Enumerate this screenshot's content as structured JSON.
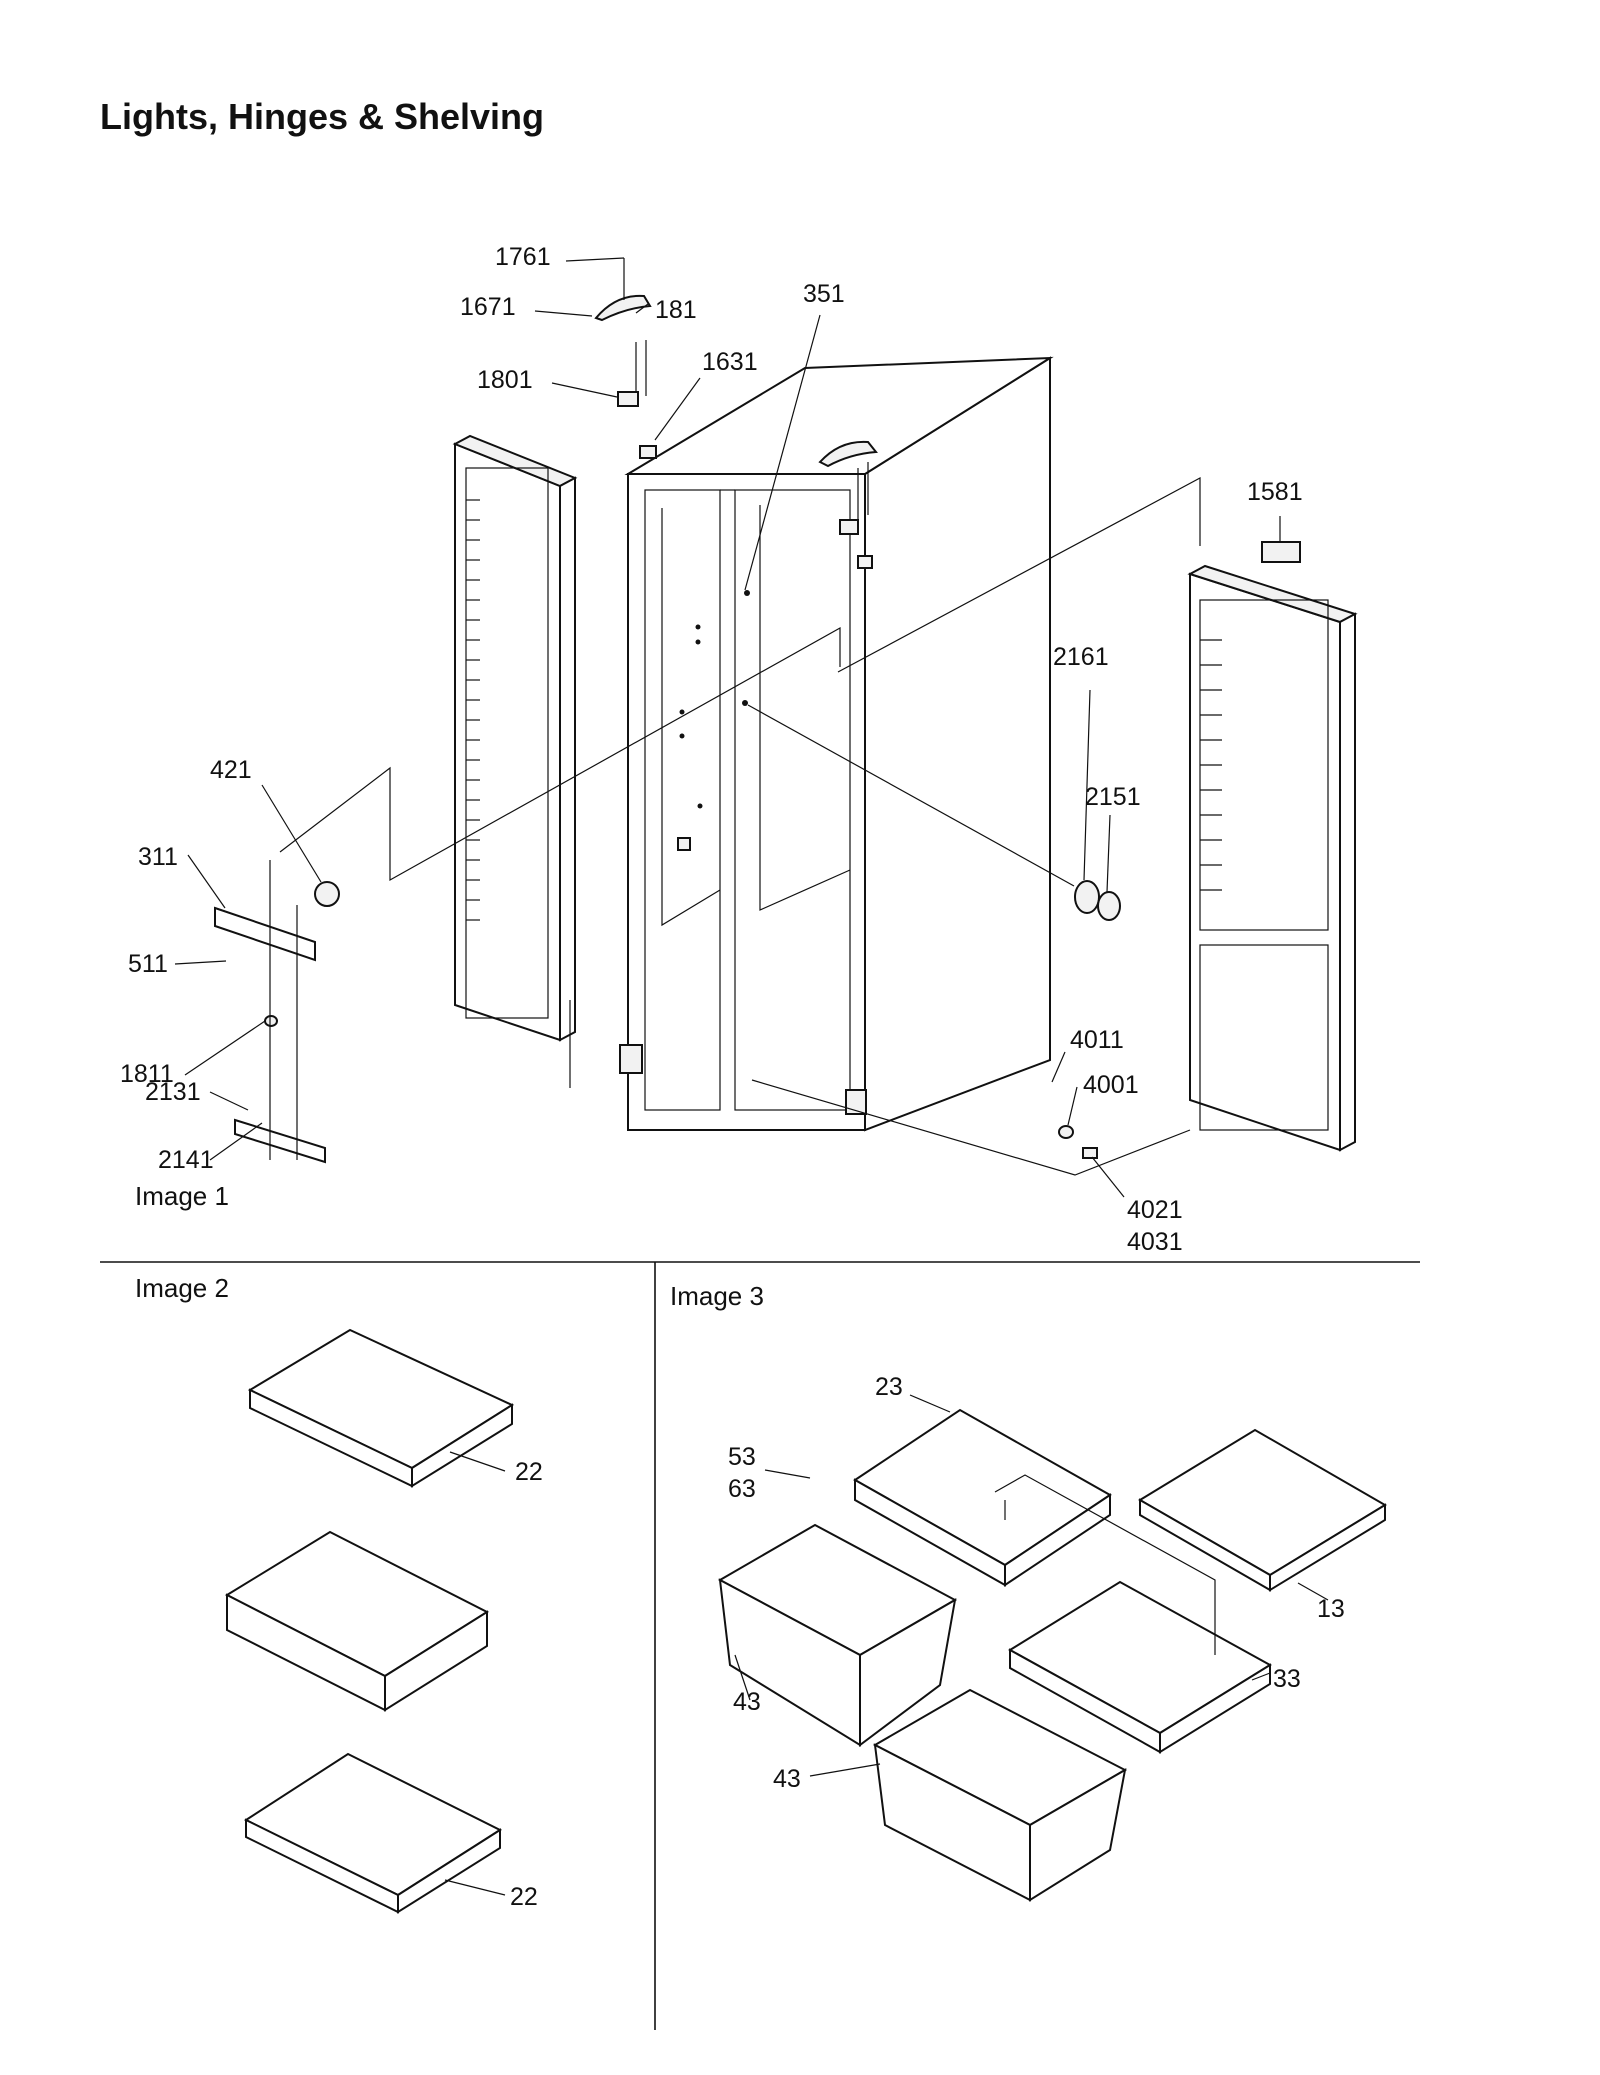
{
  "page": {
    "title": "Lights, Hinges & Shelving"
  },
  "sections": {
    "image1": "Image 1",
    "image2": "Image 2",
    "image3": "Image 3"
  },
  "callouts": {
    "image1": [
      "1761",
      "1671",
      "181",
      "351",
      "1801",
      "1631",
      "1581",
      "2161",
      "421",
      "2151",
      "311",
      "511",
      "1811",
      "2131",
      "2141",
      "4011",
      "4001",
      "4021",
      "4031"
    ],
    "image2": [
      "22",
      "22"
    ],
    "image3": [
      "23",
      "53",
      "63",
      "13",
      "43",
      "33",
      "43"
    ]
  }
}
